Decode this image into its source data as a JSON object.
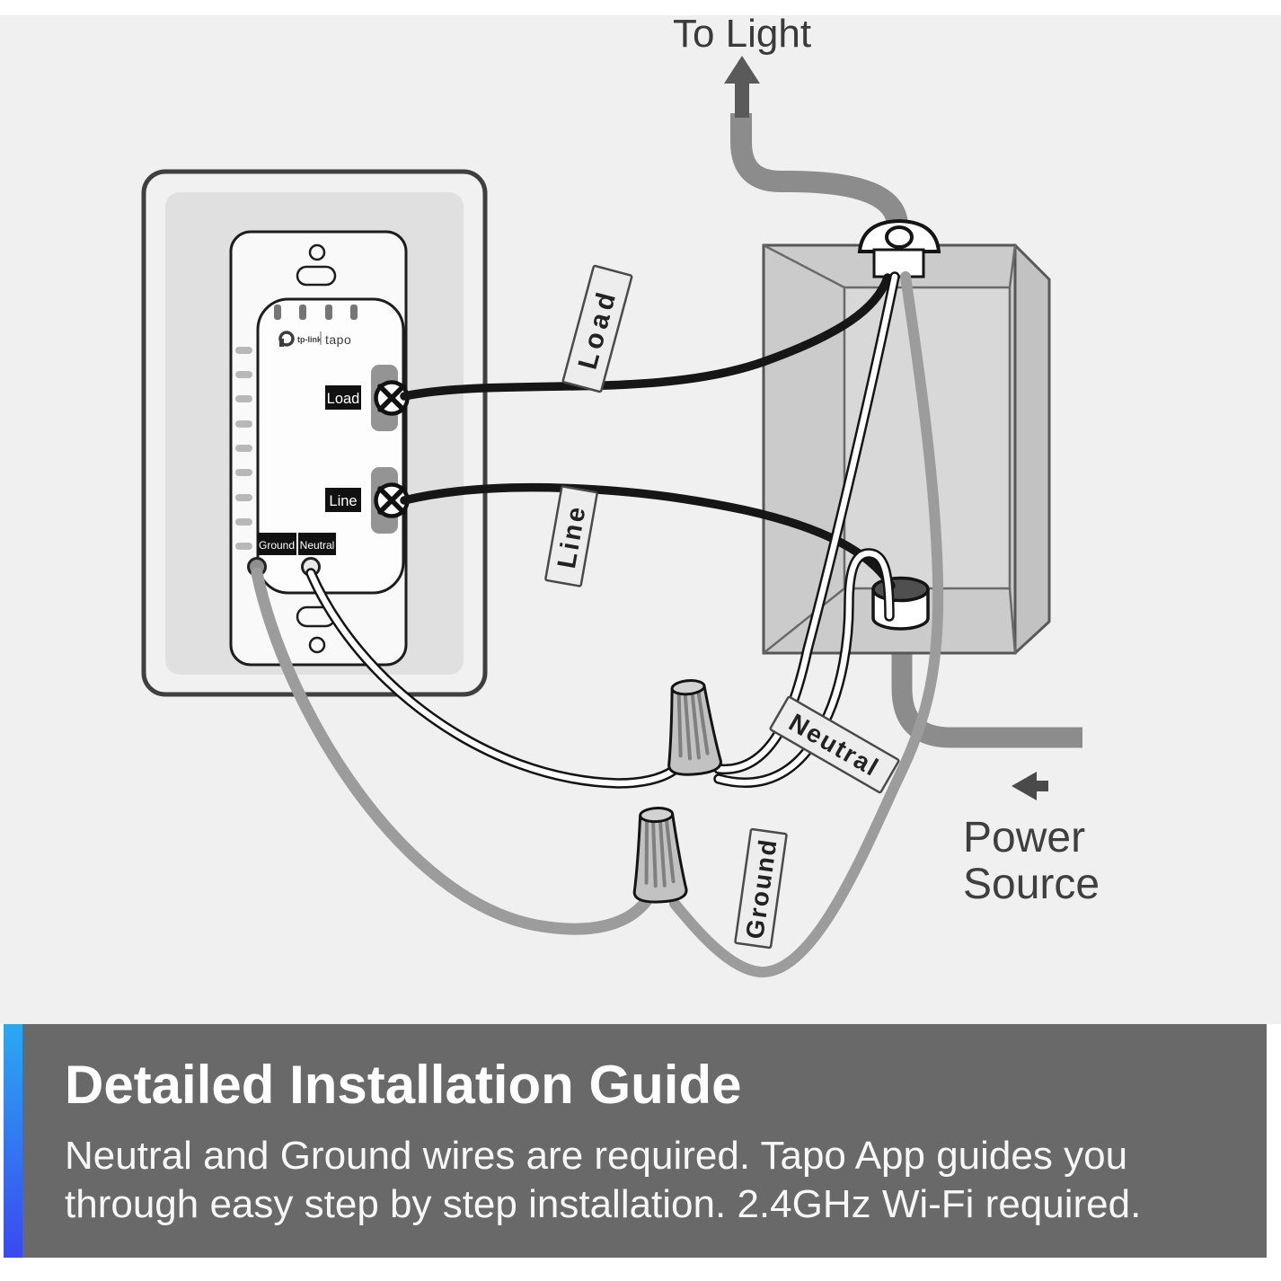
{
  "diagram": {
    "to_light": "To Light",
    "power_source": {
      "line1": "Power",
      "line2": "Source"
    },
    "tags": {
      "load": "Load",
      "line": "Line",
      "neutral": "Neutral",
      "ground": "Ground"
    },
    "device": {
      "logo_brand": "tp-link",
      "logo_product": "tapo",
      "terminals": {
        "load": "Load",
        "line": "Line",
        "ground": "Ground",
        "neutral": "Neutral"
      }
    },
    "colors": {
      "background": "#f0f0f1",
      "conduit": "#8c8c8c",
      "wire_black": "#161616",
      "wire_white": "#ffffff",
      "wire_gray": "#9c9c9c",
      "arrow": "#525252",
      "box_face": "#cbcbcb"
    }
  },
  "banner": {
    "title": "Detailed Installation Guide",
    "body_line1": "Neutral and Ground wires are required. Tapo App guides you",
    "body_line2": "through easy step by step installation. 2.4GHz Wi-Fi required.",
    "background": "#696969",
    "accent_top": "#2aa9f3",
    "accent_bottom": "#3b49ef"
  }
}
